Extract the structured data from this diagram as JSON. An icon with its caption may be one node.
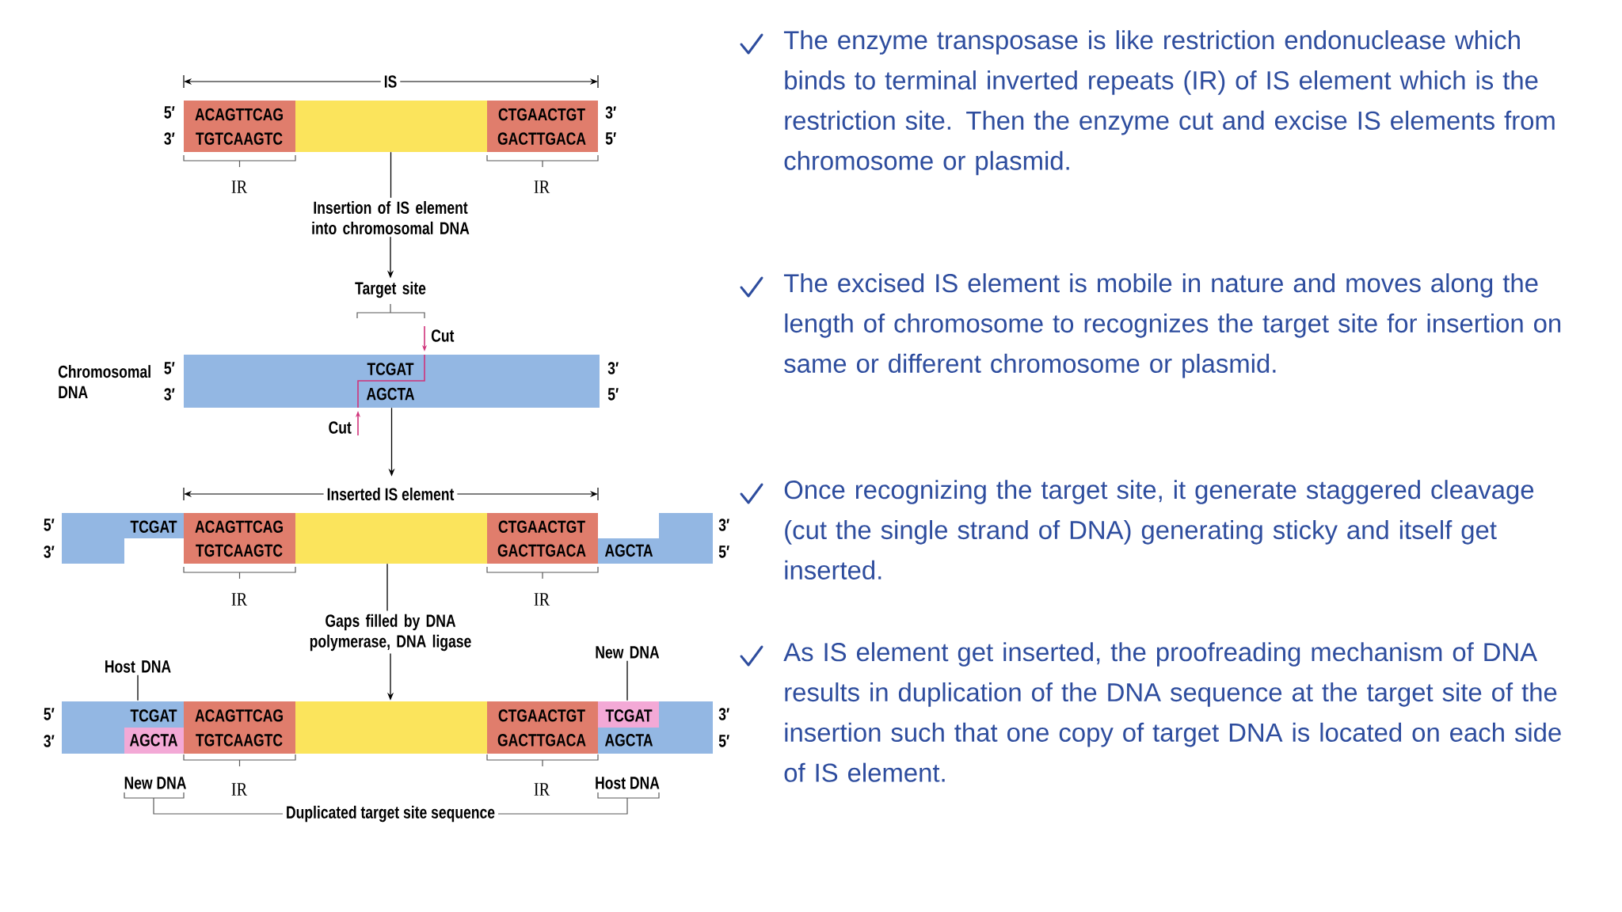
{
  "diagram": {
    "nodes": [
      {
        "text": [
          "ACAGTTCAG",
          "TGTCAAGTC",
          "CTGAACTGT",
          "GACTTGACA"
        ]
      },
      {
        "text": [
          "Insertion of IS element into chromosomal DNA"
        ]
      },
      {
        "text": [
          "Target site"
        ]
      },
      {
        "text": [
          "TCGAT",
          "AGCTA"
        ]
      },
      {
        "text": [
          "TCGAT",
          "ACAGTTCAG",
          "TGTCAAGTC",
          "CTGAACTGT",
          "GACTTGACA",
          "AGCTA"
        ]
      },
      {
        "text": [
          "Gaps filled by DNA polymerase, DNA ligase"
        ]
      },
      {
        "text": [
          "TCGAT",
          "ACAGTTCAG",
          "CTGAACTGT",
          "TCGAT",
          "AGCTA",
          "TGTCAAGTC",
          "GACTTGACA",
          "AGCTA"
        ]
      },
      {
        "text": [
          "Host DNA"
        ]
      },
      {
        "text": [
          "New DNA"
        ]
      }
    ],
    "edges": [
      {
        "from": 0,
        "to": 1,
        "arrow": "none"
      },
      {
        "from": 1,
        "to": 2,
        "arrow": "to"
      },
      {
        "from": 3,
        "to": 4,
        "arrow": "to"
      },
      {
        "from": 4,
        "to": 5,
        "arrow": "none"
      },
      {
        "from": 5,
        "to": 6,
        "arrow": "to"
      },
      {
        "from": 7,
        "to": 6,
        "arrow": "none"
      },
      {
        "from": 8,
        "to": 6,
        "arrow": "none"
      }
    ],
    "labels": [
      "IS",
      "5′",
      "3′",
      "3′",
      "5′",
      "IR",
      "IR",
      "Cut",
      "Chromosomal DNA",
      "5′",
      "3′",
      "3′",
      "5′",
      "Cut",
      "Inserted IS element",
      "5′",
      "3′",
      "3′",
      "5′",
      "IR",
      "IR",
      "5′",
      "3′",
      "3′",
      "5′",
      "New DNA",
      "IR",
      "IR",
      "Host DNA",
      "Duplicated target site sequence",
      "The enzyme transposase is like restriction endonuclease which binds to terminal inverted repeats (IR) of IS element which is the restriction site. Then the enzyme cut and excise IS elements from chromosome or plasmid.",
      "The excised IS element is mobile in nature and moves along the length of chromosome to recognizes the target site for insertion on same or different chromosome or plasmid.",
      "Once recognizing the target site, it generate staggered cleavage (cut the single strand of DNA) generating sticky and itself get inserted.",
      "As IS element get inserted, the proofreading mechanism of DNA results in duplication of the DNA sequence at the target site of the insertion such that one copy of target DNA is located on each side of IS element."
    ]
  }
}
